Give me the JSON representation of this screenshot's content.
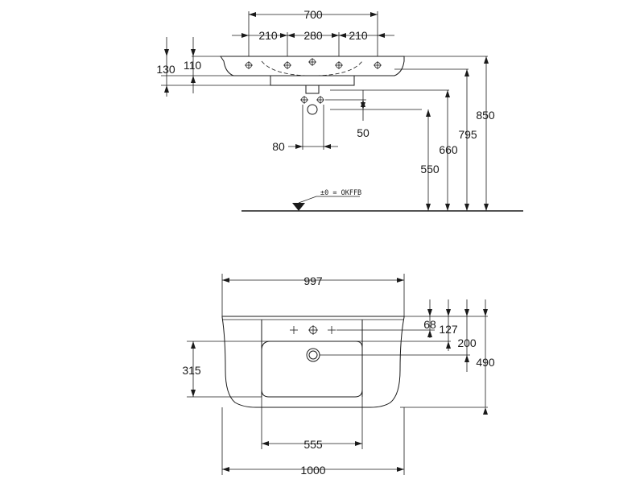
{
  "top_view": {
    "width_total": "700",
    "spacing_left": "210",
    "spacing_middle": "280",
    "spacing_right": "210",
    "rim_height": "130",
    "bowl_height": "110",
    "trap_offset": "50",
    "trap_width": "80",
    "height_550": "550",
    "height_660": "660",
    "height_795": "795",
    "height_850": "850",
    "floor_label": "±0 = OKFFB"
  },
  "plan_view": {
    "width_997": "997",
    "width_1000": "1000",
    "basin_width": "555",
    "basin_depth": "315",
    "tap_depth": "68",
    "hole_depth": "127",
    "bowl_front": "200",
    "total_depth": "490"
  }
}
